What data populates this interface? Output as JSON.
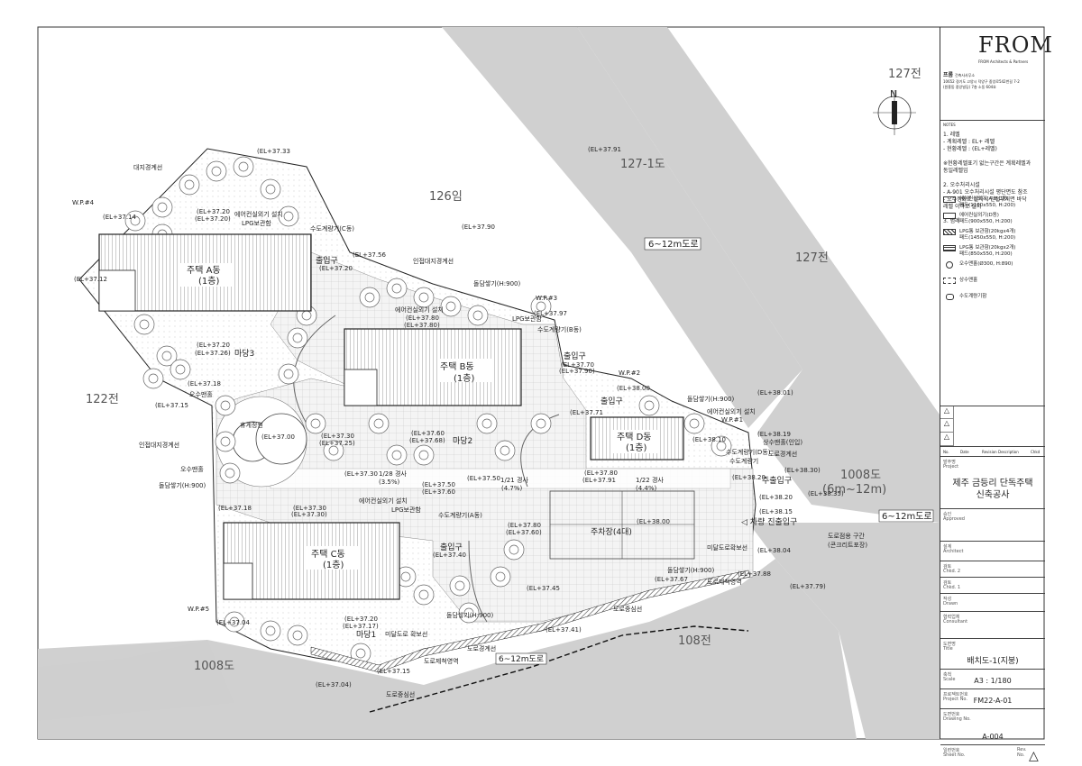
{
  "plan": {
    "lots": {
      "l127": "127전",
      "l127_1": "127-1도",
      "l126": "126임",
      "l127b": "127전",
      "l122": "122전",
      "l1008": "1008도",
      "l1008_width": "(6m~12m)",
      "l1008_left": "1008도",
      "l108": "108전"
    },
    "roads": {
      "top": "6~12m도로",
      "right": "6~12m도로",
      "bottom": "6~12m도로"
    },
    "houses": {
      "a": {
        "name": "주택 A동",
        "floor": "(1층)"
      },
      "b": {
        "name": "주택 B동",
        "floor": "(1층)"
      },
      "c": {
        "name": "주택 C동",
        "floor": "(1층)"
      },
      "d": {
        "name": "주택 D동",
        "floor": "(1층)"
      }
    },
    "yards": {
      "m1": "마당1",
      "m2": "마당2",
      "m3": "마당3"
    },
    "parking": "주차장(4대)",
    "entrances": {
      "a": "출입구",
      "b": "출입구",
      "c": "출입구",
      "d": "출입구",
      "main": "주출입구",
      "car": "◁ 차량 진출입구"
    },
    "elevations": {
      "e1": "(EL+37.33",
      "e2": "(EL+37.14",
      "e3": "(EL+37.12",
      "e4": "(EL+37.20",
      "e5": "(EL+37.20)",
      "e6": "(EL+37.56",
      "e7": "(EL+37.20",
      "e8": "(EL+37.91",
      "e9": "(EL+37.90",
      "e10": "(EL+37.97",
      "e11": "(EL+37.80",
      "e12": "(EL+37.80)",
      "e13": "(EL+37.20",
      "e14": "(EL+37.26)",
      "e15": "(EL+37.18",
      "e16": "(EL+37.15",
      "e17": "(EL+37.00",
      "e18": "(EL+37.30",
      "e19": "(EL+37.25)",
      "e20": "(EL+37.60",
      "e21": "(EL+37.68)",
      "e22": "(EL+37.70",
      "e23": "(EL+37.90)",
      "e24": "(EL+38.00",
      "e25": "(EL+38.01)",
      "e26": "(EL+37.71",
      "e27": "(EL+38.19",
      "e28": "(EL+38.10",
      "e29": "(EL+38.30)",
      "e30": "(EL+38.20",
      "e31": "(EL+38.35)",
      "e32": "(EL+38.20",
      "e33": "(EL+38.15",
      "e34": "(EL+37.30",
      "e35": "(EL+37.50",
      "e36": "(EL+37.50",
      "e37": "(EL+37.60",
      "e38": "(EL+37.80",
      "e39": "(EL+37.91",
      "e40": "(EL+37.18",
      "e41": "(EL+37.30",
      "e42": "(EL+37.30)",
      "e43": "(EL+37.80",
      "e44": "(EL+37.60)",
      "e45": "(EL+38.00",
      "e46": "(EL+37.40",
      "e47": "(EL+38.04",
      "e48": "(EL+37.88",
      "e49": "(EL+37.67",
      "e50": "(EL+37.45",
      "e51": "(EL+37.79)",
      "e52": "(EL+37.04",
      "e53": "(EL+37.20",
      "e54": "(EL+37.17)",
      "e55": "(EL+37.41)",
      "e56": "(EL+37.15",
      "e57": "(EL+37.04)"
    },
    "slopes": {
      "s1": "1/28 경사",
      "s1p": "(3.5%)",
      "s2": "1/21 경사",
      "s2p": "(4.7%)",
      "s3": "1/22 경사",
      "s3p": "(4.4%)"
    },
    "wp": {
      "w1": "W.P.#1",
      "w2": "W.P.#2",
      "w3": "W.P.#3",
      "w4": "W.P.#4",
      "w5": "W.P.#5"
    },
    "notes_on_plan": {
      "boundary": "대지경계선",
      "neighbor": "인접대지경계선",
      "neighbor2": "인접대지경계선",
      "fence": "돌담쌓기(H:900)",
      "fence2": "돌담쌓기(H:900)",
      "fence3": "돌담쌓기(H:900)",
      "fence4": "돌담쌓기(H:900)",
      "fence5": "돌담쌓기(H:900)",
      "ac_a": "에어컨실외기 설치",
      "ac_b": "에어컨실외기 설치",
      "ac_c": "에어컨실외기 설치",
      "ac_d": "에어컨실외기 설치",
      "lpg_a": "LPG보관함",
      "lpg_b": "LPG보관함",
      "lpg_c": "LPG보관함",
      "meter_a": "수도계량기(C동)",
      "meter_b": "수도계량기(B동)",
      "meter_c": "수도계량기(A동)",
      "meter_d": "수도계량기(D동)",
      "meter_d2": "수도계량기",
      "sewer": "오수맨홀",
      "sewer2": "상수맨홀(인입)",
      "sewer3": "오수맨홀",
      "garden": "휴게정원",
      "road_center": "도로중심선",
      "road_center2": "도로중심선",
      "road_boundary": "도로경계선",
      "road_boundary2": "도로경계선",
      "road_area": "도로제척영역",
      "road_area2": "도로제척영역",
      "undeveloped": "미달도로 확보선",
      "undeveloped2": "미달도로확보선",
      "road_only": "도로점용 구간",
      "concrete": "(콘크리트포장)"
    }
  },
  "north": "N",
  "titleblock": {
    "logo": "FROM",
    "logo_sub": "FROM Architects & Partners",
    "firm": "프롬",
    "firm_sub": "건축사사무소",
    "address1": "10652 경기도 고양시 덕양구 중앙로542번길 7-2",
    "address2": "(원흥동 중앙빌딩) 7층 소동 604호",
    "notes_title": "NOTES",
    "notes": [
      "1. 레벨",
      " - 계획레벨 : EL+ 레벨",
      " - 현황레벨 : (EL+레벨)",
      "",
      "※현황레벨표기 없는구간은 계획레벨과",
      "   동일레벨임",
      "",
      "2. 오수처리시설",
      " - A-901 오수처리시설 평단면도 참조",
      " - 오수정화조 설치시 인접부지면 바닥",
      "   레벨 이하로 설치",
      "",
      "3. 범례"
    ],
    "legend": [
      {
        "text1": "에어컨실외기(A,B,C동)",
        "text2": "패드(1100x550, H:200)"
      },
      {
        "text1": "에어컨실외기(D동)",
        "text2": "패드(900x550, H:200)"
      },
      {
        "text1": "LPG통 보관함(20kgx4개)",
        "text2": "패드(1450x550, H:200)"
      },
      {
        "text1": "LPG통 보관함(20kgx2개)",
        "text2": "패드(850x550, H:200)"
      },
      {
        "text1": "오수맨홀(Ø300, H:890)",
        "text2": ""
      },
      {
        "text1": "상수맨홀",
        "text2": ""
      },
      {
        "text1": "수도계량기함",
        "text2": ""
      }
    ],
    "rev_no": "No.",
    "rev_date": "Date",
    "rev_desc": "Revision Description",
    "rev_chkd": "Chkd",
    "project_cap": "발주명",
    "project_cap_en": "Project",
    "project1": "제주 금등리 단독주택",
    "project2": "신축공사",
    "approved_cap": "승인",
    "approved_en": "Approved",
    "architect_cap": "설계",
    "architect_en": "Architect",
    "chkd2_cap": "검토",
    "chkd2_en": "Chkd. 2",
    "chkd1_cap": "검토",
    "chkd1_en": "Chkd. 1",
    "drawn_cap": "작성",
    "drawn_en": "Drawn",
    "consultant_cap": "협력업체",
    "consultant_en": "Consultant",
    "title_cap": "도면명",
    "title_en": "Title",
    "title": "배치도-1(지붕)",
    "scale_cap": "축척",
    "scale_en": "Scale",
    "scale": "A3 : 1/180",
    "projno_cap": "프로젝트번호",
    "projno_en": "Project No.",
    "projno": "FM22-A-01",
    "drawno_cap": "도면번호",
    "drawno_en": "Drawing No.",
    "drawno": "A-004",
    "sheet_cap": "일련번호",
    "sheet_en": "Sheet No.",
    "rev_cap": "Rev.",
    "rev_no2": "No."
  }
}
